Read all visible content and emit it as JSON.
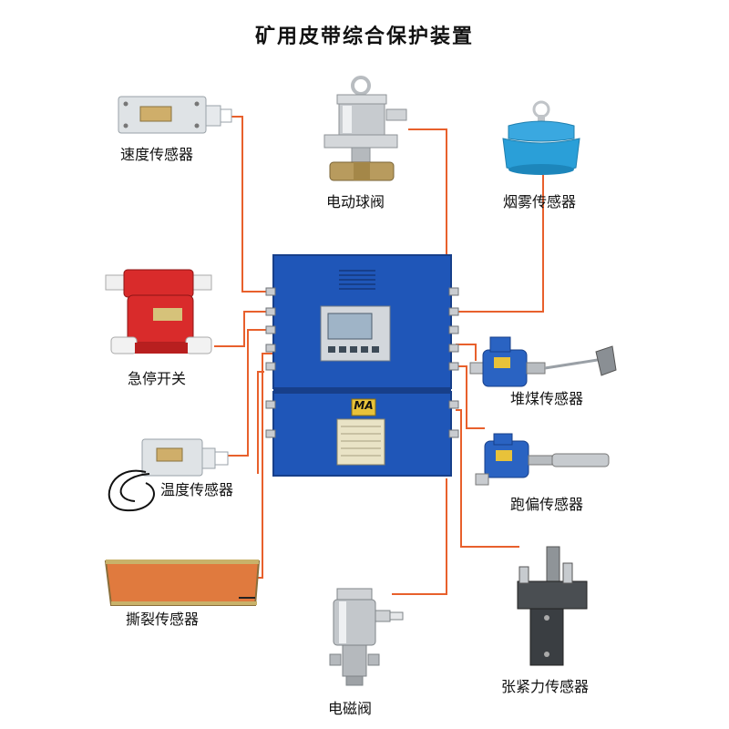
{
  "title": "矿用皮带综合保护装置",
  "devices": {
    "speed_sensor": "速度传感器",
    "motor_ball_valve": "电动球阀",
    "smoke_sensor": "烟雾传感器",
    "emergency_stop": "急停开关",
    "coal_pile_sensor": "堆煤传感器",
    "temperature_sensor": "温度传感器",
    "deviation_sensor": "跑偏传感器",
    "tear_sensor": "撕裂传感器",
    "tension_sensor": "张紧力传感器",
    "solenoid_valve": "电磁阀"
  },
  "controller": {
    "badge": "MA"
  },
  "colors": {
    "wire": "#e8602c",
    "cabinet": "#1f56b8",
    "cabinet_dark": "#173f8a",
    "screen": "#9fb4c7",
    "smoke_blue": "#2a9fd8",
    "red_device": "#d92b2b"
  }
}
